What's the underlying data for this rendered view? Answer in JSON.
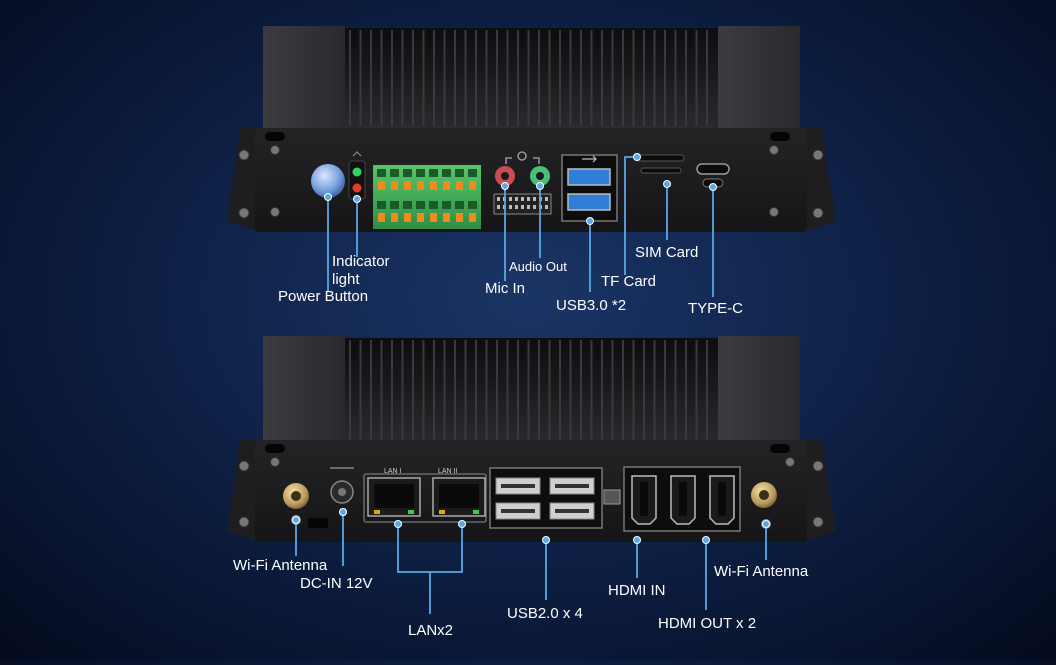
{
  "top_panel_labels": {
    "indicator_light_line1": "Indicator",
    "indicator_light_line2": "light",
    "power_button": "Power Button",
    "audio_out": "Audio Out",
    "mic_in": "Mic In",
    "usb30": "USB3.0 *2",
    "sim_card": "SIM Card",
    "tf_card": "TF Card",
    "type_c": "TYPE-C"
  },
  "bottom_panel_labels": {
    "wifi_antenna_left": "Wi-Fi Antenna",
    "dc_in": "DC-IN 12V",
    "lan": "LANx2",
    "usb20": "USB2.0 x 4",
    "hdmi_in": "HDMI IN",
    "hdmi_out": "HDMI OUT x 2",
    "wifi_antenna_right": "Wi-Fi Antenna"
  },
  "port_silkscreen": {
    "lan1": "LAN I",
    "lan2": "LAN II"
  },
  "colors": {
    "callout_line": "#5aa7e6",
    "background_center": "#1b3566",
    "chassis": "#1c1c1e",
    "terminal_block": "#3fae55",
    "usb3_blue": "#2f7fd8"
  }
}
